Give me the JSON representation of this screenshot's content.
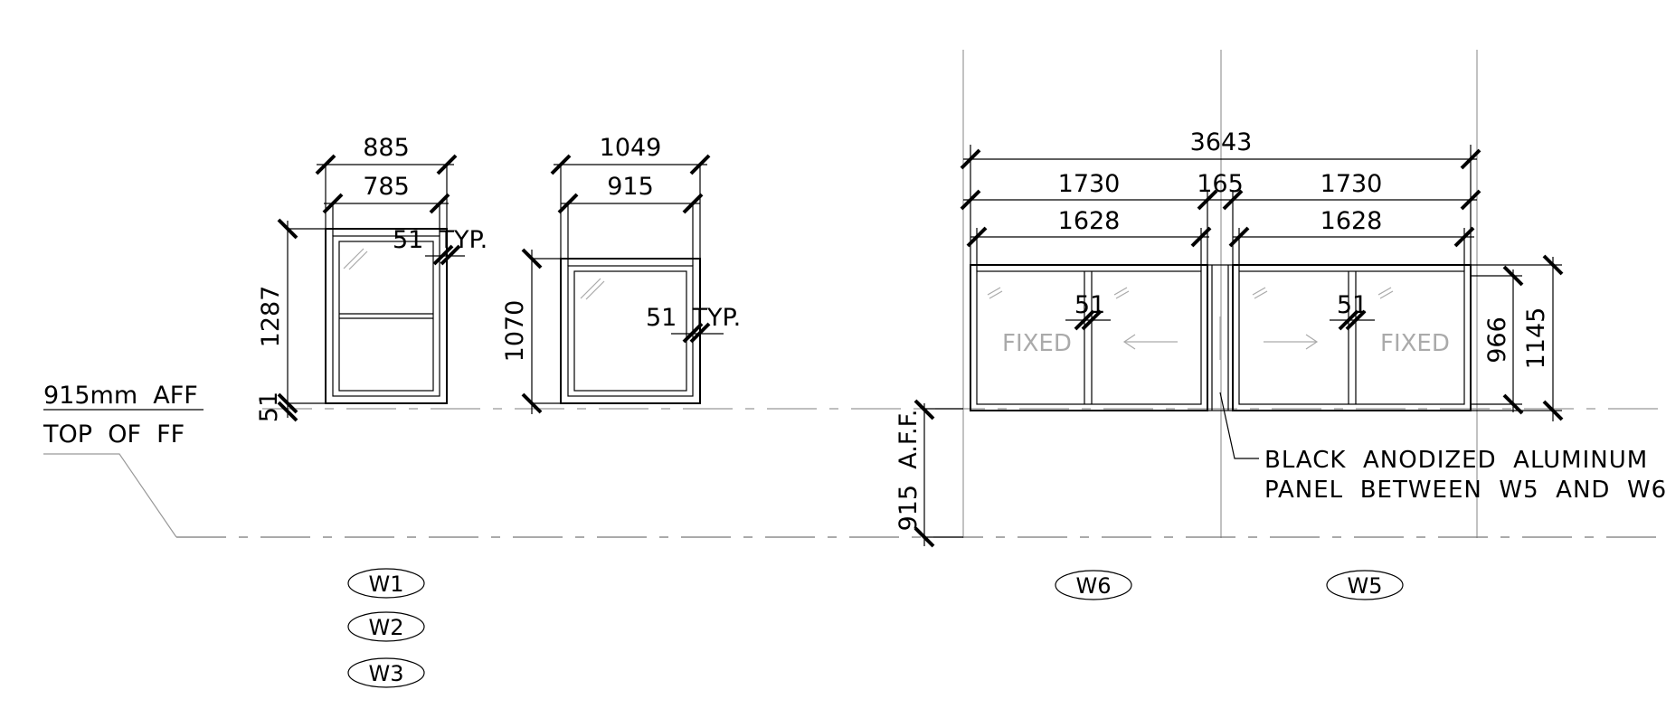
{
  "level_labels": {
    "aff": "915mm  AFF",
    "top_ff": "TOP  OF  FF"
  },
  "window_w1": {
    "overall_width": "885",
    "inner_width": "785",
    "height": "1287",
    "sill": "51",
    "frame_typ": "51  TYP."
  },
  "window_w2": {
    "overall_width": "1049",
    "inner_width": "915",
    "height": "1070",
    "frame_typ": "51  TYP."
  },
  "storefront": {
    "overall_width": "3643",
    "w6_width": "1730",
    "gap": "165",
    "w5_width": "1730",
    "w6_sash": "1628",
    "w5_sash": "1628",
    "w6_mullion": "51",
    "w5_mullion": "51",
    "inner_height": "966",
    "outer_height": "1145",
    "sill_height": "915  A.F.F.",
    "w6_left_label": "FIXED",
    "w5_right_label": "FIXED"
  },
  "callout": {
    "line1": "BLACK  ANODIZED  ALUMINUM",
    "line2": "PANEL  BETWEEN  W5  AND  W6"
  },
  "tags": {
    "w1": "W1",
    "w2": "W2",
    "w3": "W3",
    "w6": "W6",
    "w5": "W5"
  }
}
